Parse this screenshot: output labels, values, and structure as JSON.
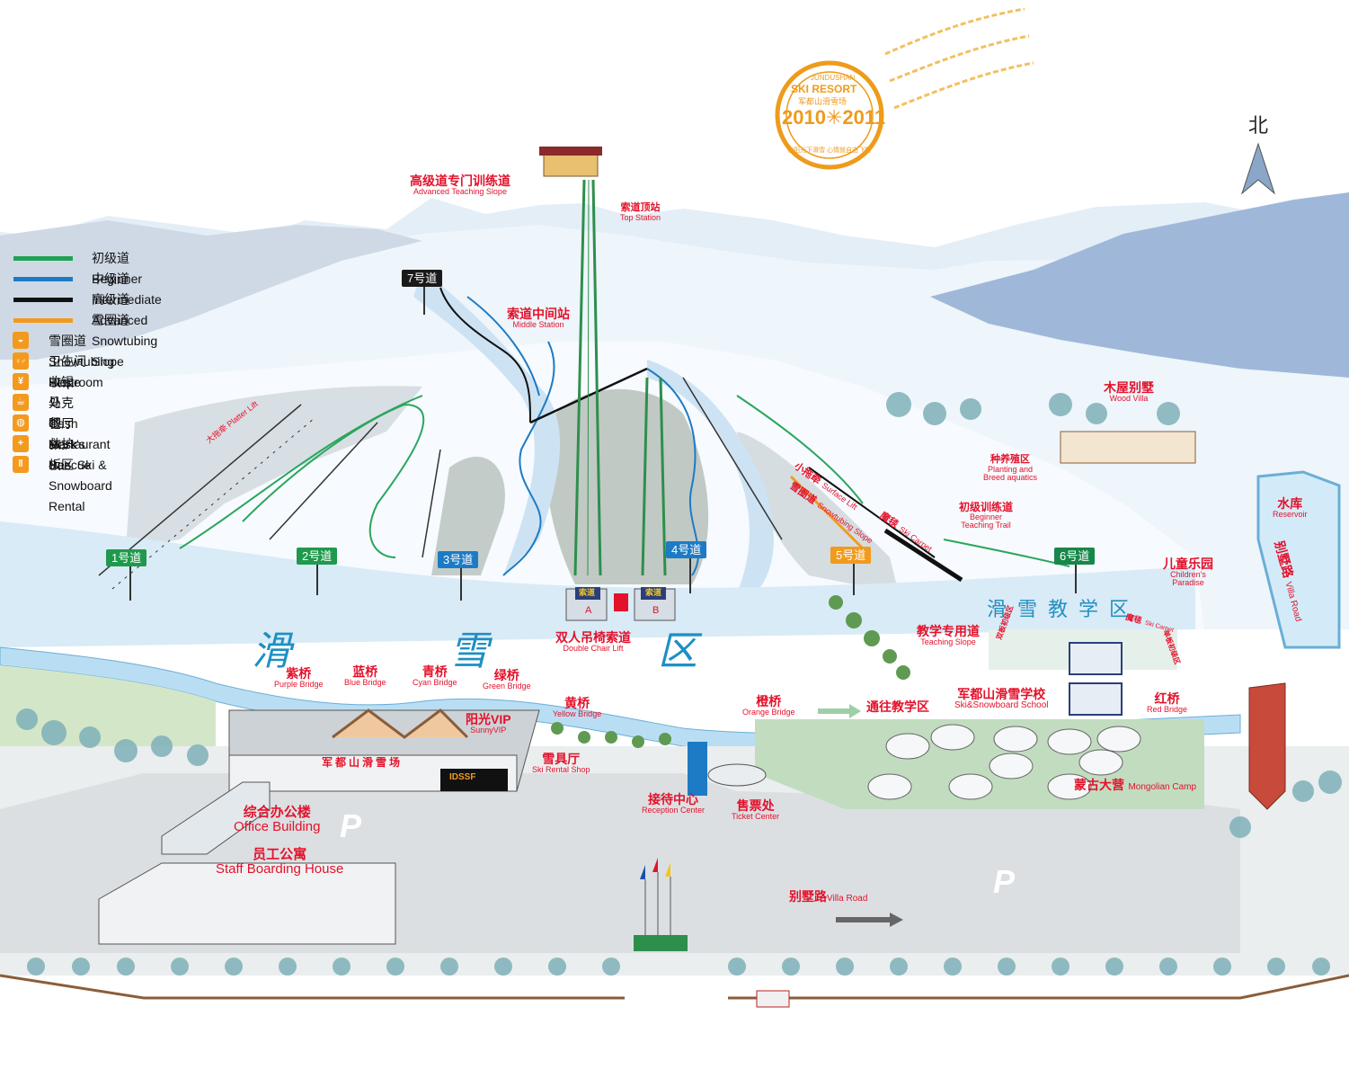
{
  "stamp": {
    "brand_small": "JUNDUSHAN",
    "brand": "SKI RESORT",
    "brand_zh": "军都山滑雪场",
    "years": "2010",
    "years2": "2011",
    "motto": "在阳光下滑雪 心情就自由飞翔"
  },
  "north": "北",
  "legend": {
    "lines": [
      {
        "label": "初级道 Beginner",
        "color": "#1fa254"
      },
      {
        "label": "中级道 Intermediate",
        "color": "#1d7bc5"
      },
      {
        "label": "高级道 Advanced",
        "color": "#111111"
      },
      {
        "label": "雪圈道  Snowtubing Slope",
        "color": "#f39a1e"
      }
    ],
    "icons": [
      {
        "label": "雪圈道 Snowtubing Slope",
        "icon": "tube-icon",
        "glyph": "◒"
      },
      {
        "label": "卫生间  Restroom",
        "icon": "restroom-icon",
        "glyph": "♀♂"
      },
      {
        "label": "收银处  Cash Desk",
        "icon": "cash-icon",
        "glyph": "¥"
      },
      {
        "label": "马克吧  Mark's Bar",
        "icon": "bar-icon",
        "glyph": "☕"
      },
      {
        "label": "餐厅  Restaurant",
        "icon": "restaurant-icon",
        "glyph": "◍"
      },
      {
        "label": "救护  Rescue",
        "icon": "rescue-icon",
        "glyph": "+"
      },
      {
        "label": "板区  Ski & Snowboard Rental",
        "icon": "rental-icon",
        "glyph": "‖"
      }
    ]
  },
  "trails": {
    "t1": "1号道",
    "t2": "2号道",
    "t3": "3号道",
    "t4": "4号道",
    "t5": "5号道",
    "t6": "6号道",
    "t7": "7号道"
  },
  "zones": {
    "ski_1": "滑",
    "ski_2": "雪",
    "ski_3": "区",
    "teaching": "滑雪教学区"
  },
  "labels": {
    "advanced_slope": {
      "zh": "高级道专门训练道",
      "en": "Advanced Teaching Slope"
    },
    "top_station": {
      "zh": "索道顶站",
      "en": "Top Station"
    },
    "middle_station": {
      "zh": "索道中间站",
      "en": "Middle Station"
    },
    "platter": {
      "zh": "大拖牵 Platter Lift"
    },
    "double_chair": {
      "zh": "双人吊椅索道",
      "en": "Double Chair Lift"
    },
    "surface_lift": {
      "zh": "小拖牵",
      "en": "Surface Lift"
    },
    "snowtube_slope": {
      "zh": "雪圈道",
      "en": "Snowtubing Slope"
    },
    "ski_carpet": {
      "zh": "魔毯",
      "en": "Ski Carpet"
    },
    "beginner_trail": {
      "zh": "初级训练道",
      "en": "Beginner Teaching Trail"
    },
    "planting": {
      "zh": "种养殖区",
      "en": "Planting and Breed aquatics"
    },
    "wood_villa": {
      "zh": "木屋别墅",
      "en": "Wood Villa"
    },
    "children": {
      "zh": "儿童乐园",
      "en": "Children's Paradise"
    },
    "reservoir": {
      "zh": "水库",
      "en": "Reservoir"
    },
    "villa_road_v": {
      "zh": "别墅路",
      "en": "Villa Road"
    },
    "teaching_slope": {
      "zh": "教学专用道",
      "en": "Teaching Slope"
    },
    "ski_school": {
      "zh": "军都山滑雪学校",
      "en": "Ski&Snowboard School"
    },
    "red_bridge": {
      "zh": "红桥",
      "en": "Red Bridge"
    },
    "mongolian": {
      "zh": "蒙古大营",
      "en": "Mongolian Camp"
    },
    "to_teaching": {
      "zh": "通往教学区"
    },
    "orange_bridge": {
      "zh": "橙桥",
      "en": "Orange Bridge"
    },
    "yellow_bridge": {
      "zh": "黄桥",
      "en": "Yellow Bridge"
    },
    "purple_bridge": {
      "zh": "紫桥",
      "en": "Purple Bridge"
    },
    "blue_bridge": {
      "zh": "蓝桥",
      "en": "Blue Bridge"
    },
    "cyan_bridge": {
      "zh": "青桥",
      "en": "Cyan Bridge"
    },
    "green_bridge": {
      "zh": "绿桥",
      "en": "Green Bridge"
    },
    "sunny_vip": {
      "zh": "阳光VIP",
      "en": "SunnyVIP"
    },
    "rental_shop": {
      "zh": "雪具厅",
      "en": "Ski Rental Shop"
    },
    "reception": {
      "zh": "接待中心",
      "en": "Reception Center"
    },
    "ticket": {
      "zh": "售票处",
      "en": "Ticket Center"
    },
    "office": {
      "zh": "综合办公楼",
      "en": "Office Building"
    },
    "staff": {
      "zh": "员工公寓",
      "en": "Staff Boarding House"
    },
    "villa_road_h": {
      "zh": "别墅路",
      "en": "Villa Road"
    },
    "lodge_sign": "军都山滑雪场",
    "lodge_sign2": "IDSSF",
    "station_sign_a": "索道",
    "station_sign_b": "索道",
    "station_a": "A",
    "station_b": "B",
    "pool_beginner": "魔毯",
    "pool_carpet_en": "Ski Carpet",
    "side_a": "双板初级区",
    "side_b": "单板初级区",
    "parking": "P"
  }
}
